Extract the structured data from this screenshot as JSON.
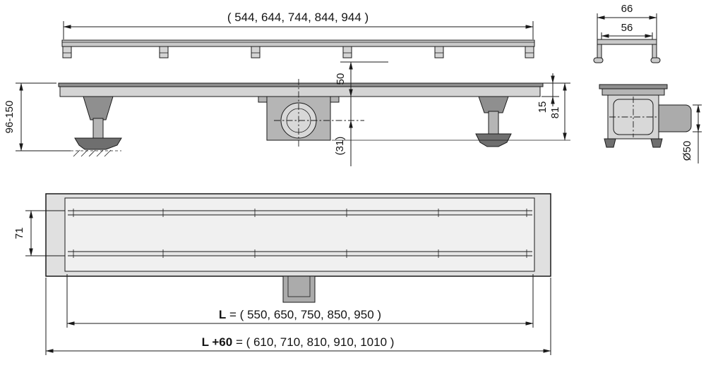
{
  "page": {
    "background": "#ffffff",
    "line_color": "#1a1a1a"
  },
  "top_view": {
    "span_dim": "( 544, 644, 744, 844, 944 )"
  },
  "rail_profile": {
    "outer_width_dim": "66",
    "inner_width_dim": "56"
  },
  "side_view": {
    "edge_height_dim": "50",
    "flange_height_dim": "15",
    "body_depth_dim": "81",
    "leg_range_dim": "96-150",
    "outlet_offset_dim": "(31)"
  },
  "end_view": {
    "outlet_diameter_dim": "Ø50"
  },
  "plan_view": {
    "inner_width_dim": "71",
    "length_bold": "L",
    "length_rest": " = ( 550, 650, 750, 850, 950 )",
    "total_bold": "L +60",
    "total_rest": " = ( 610, 710, 810, 910, 1010 )"
  }
}
